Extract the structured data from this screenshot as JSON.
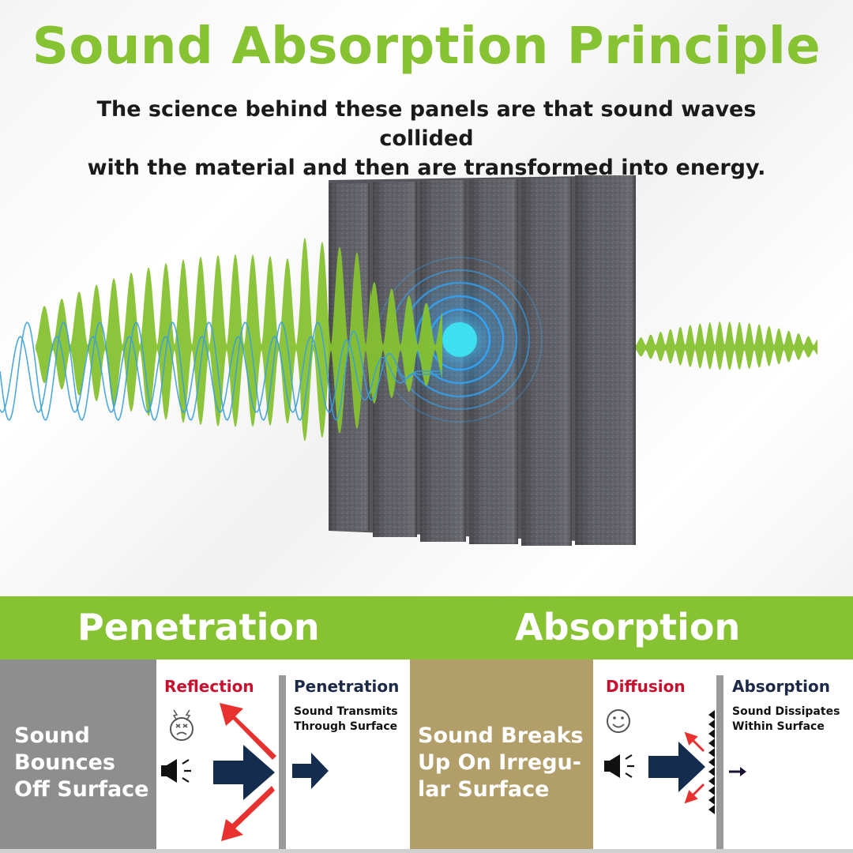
{
  "title": "Sound Absorption Principle",
  "subtitle_line1": "The science behind these panels are that sound waves collided",
  "subtitle_line2": "with the material and then are transformed into energy.",
  "band": {
    "left_label": "Penetration",
    "right_label": "Absorption"
  },
  "penetration_section": {
    "box_lines": [
      "Sound",
      "Bounces",
      "Off Surface"
    ],
    "reflection_label": "Reflection",
    "penetration_label": "Penetration",
    "penetration_desc_lines": [
      "Sound Transmits",
      "Through Surface"
    ]
  },
  "absorption_section": {
    "box_lines": [
      "Sound Breaks",
      "Up On Irregu-",
      "lar Surface"
    ],
    "diffusion_label": "Diffusion",
    "absorption_label": "Absorption",
    "absorption_desc_lines": [
      "Sound Dissipates",
      "Within Surface"
    ]
  },
  "colors": {
    "green": "#86c232",
    "gray_box": "#8e8e8e",
    "tan_box": "#b29e68",
    "red_heading": "#c8102e",
    "navy_heading": "#1c2a48",
    "arrow_navy": "#142c4e",
    "arrow_red": "#e8322f",
    "wave_blue": "#3aa0d8"
  },
  "icons": [
    "speaker-icon",
    "dizzy-face-icon",
    "smile-face-icon"
  ]
}
